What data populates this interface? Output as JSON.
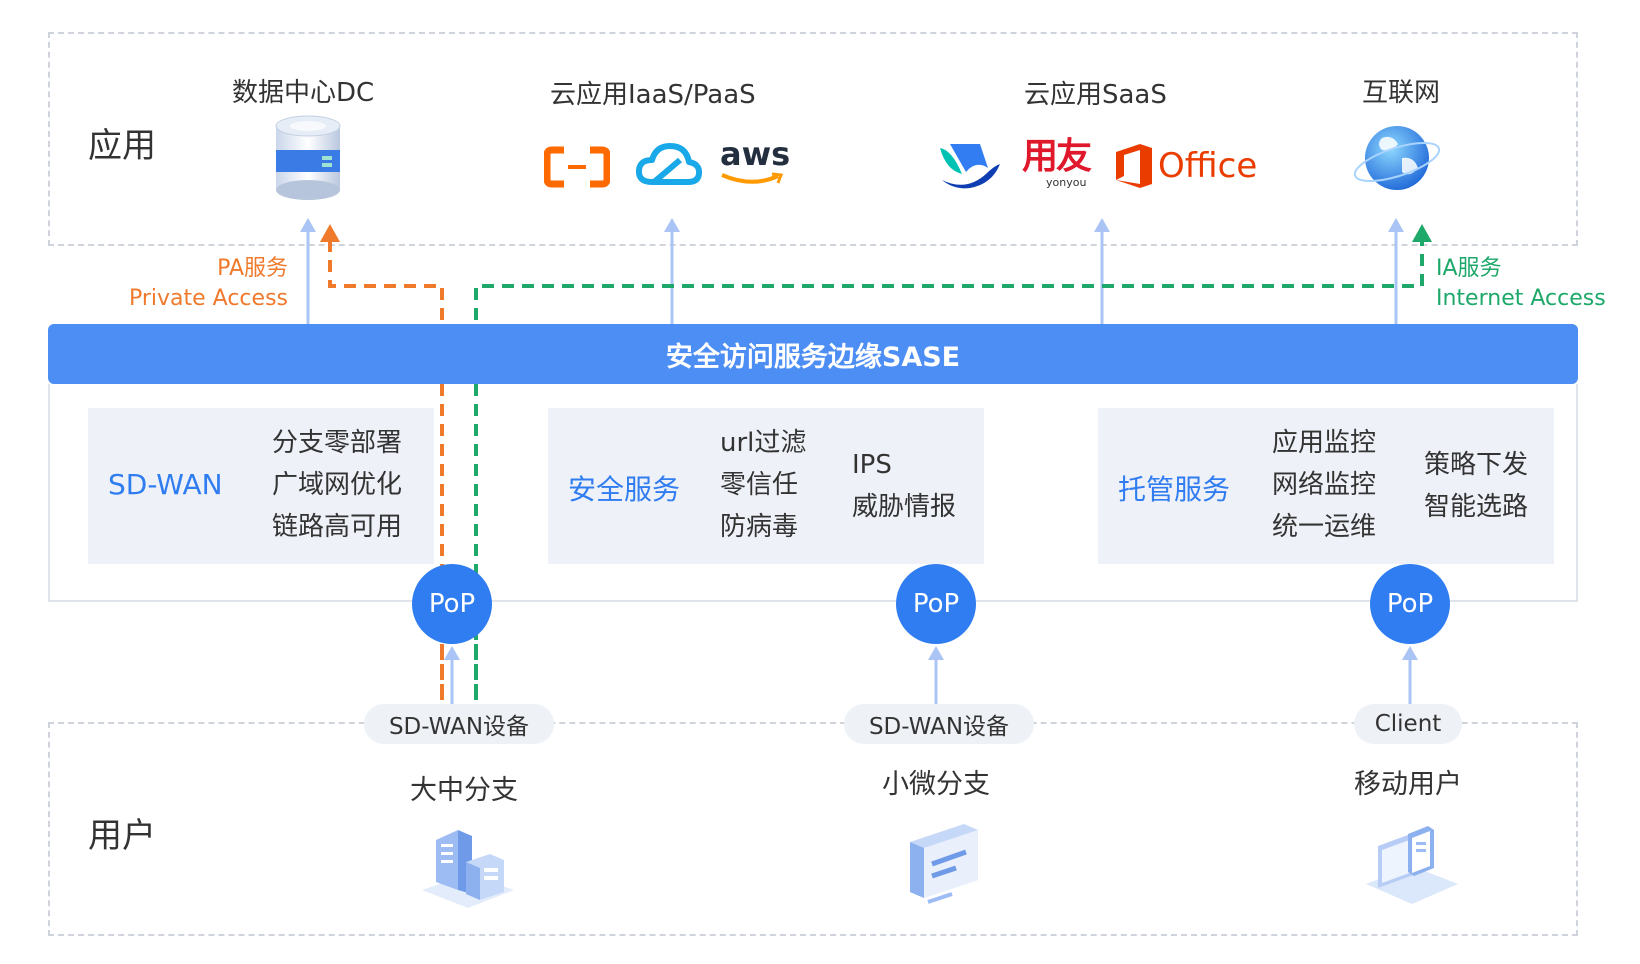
{
  "zones": {
    "app_label": "应用",
    "user_label": "用户"
  },
  "applications": [
    {
      "title": "数据中心DC",
      "icon": "database-icon"
    },
    {
      "title": "云应用IaaS/PaaS",
      "logos": [
        "aliyun-logo",
        "tencent-cloud-logo",
        "aws"
      ]
    },
    {
      "title": "云应用SaaS",
      "logos": [
        "feishu-logo",
        "用友",
        "yonyou",
        "Office"
      ]
    },
    {
      "title": "互联网",
      "icon": "globe-icon"
    }
  ],
  "services": {
    "pa": {
      "line1": "PA服务",
      "line2": "Private Access",
      "color": "#f07a2c"
    },
    "ia": {
      "line1": "IA服务",
      "line2": "Internet Access",
      "color": "#1ea86a"
    }
  },
  "sase": {
    "title": "安全访问服务边缘SASE",
    "color": "#4d8ef5",
    "cards": [
      {
        "title": "SD-WAN",
        "col1": [
          "分支零部署",
          "广域网优化",
          "链路高可用"
        ],
        "col2": []
      },
      {
        "title": "安全服务",
        "col1": [
          "url过滤",
          "零信任",
          "防病毒"
        ],
        "col2": [
          "IPS",
          "威胁情报"
        ]
      },
      {
        "title": "托管服务",
        "col1": [
          "应用监控",
          "网络监控",
          "统一运维"
        ],
        "col2": [
          "策略下发",
          "智能选路"
        ]
      }
    ]
  },
  "pops": [
    "PoP",
    "PoP",
    "PoP"
  ],
  "users": [
    {
      "device": "SD-WAN设备",
      "title": "大中分支",
      "icon": "office-building-icon"
    },
    {
      "device": "SD-WAN设备",
      "title": "小微分支",
      "icon": "monitor-icon"
    },
    {
      "device": "Client",
      "title": "移动用户",
      "icon": "laptop-phone-icon"
    }
  ]
}
